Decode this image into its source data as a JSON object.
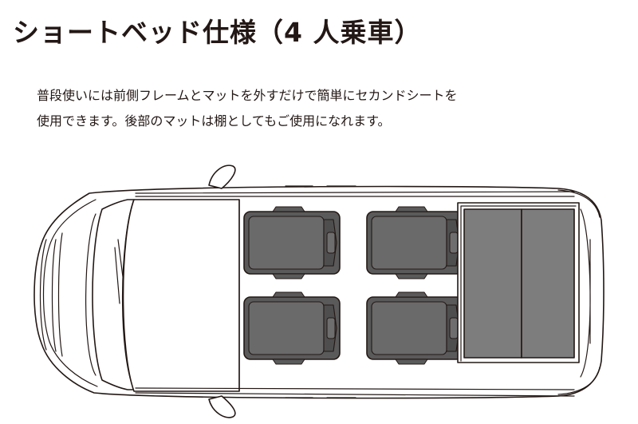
{
  "title": "ショートベッド仕様（4 人乗車）",
  "description": {
    "line1": "普段使いには前側フレームとマットを外すだけで簡単にセカンドシートを",
    "line2": "使用できます。後部のマットは棚としてもご使用になれます。"
  },
  "colors": {
    "line": "#231815",
    "seat_fill": "#5a5a5a",
    "seat_detail": "#6e6e6e",
    "mat_fill": "#7d7d7d",
    "car_fill": "#ffffff"
  }
}
